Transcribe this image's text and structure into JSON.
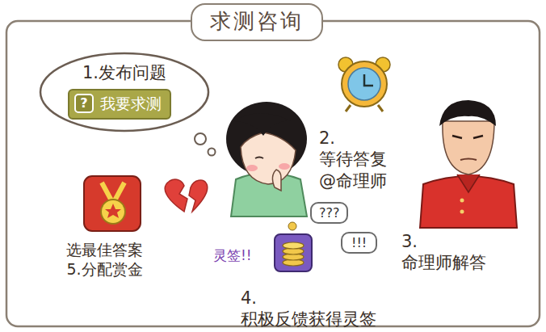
{
  "diagram": {
    "title": "求测咨询",
    "nodes": [
      {
        "text": [
          "1.发布问题"
        ]
      },
      {
        "text": [
          "我要求测"
        ],
        "in": 0
      },
      {
        "text": [
          "?"
        ],
        "in": 1
      },
      {
        "text": [
          "???"
        ]
      },
      {
        "text": [
          "!!!"
        ]
      }
    ],
    "labels": [
      "2.等待答复 @命理师",
      "3.命理师解答",
      "灵签!!",
      "4.积极反馈获得灵签",
      "选最佳答案 5.分配赏金"
    ]
  }
}
